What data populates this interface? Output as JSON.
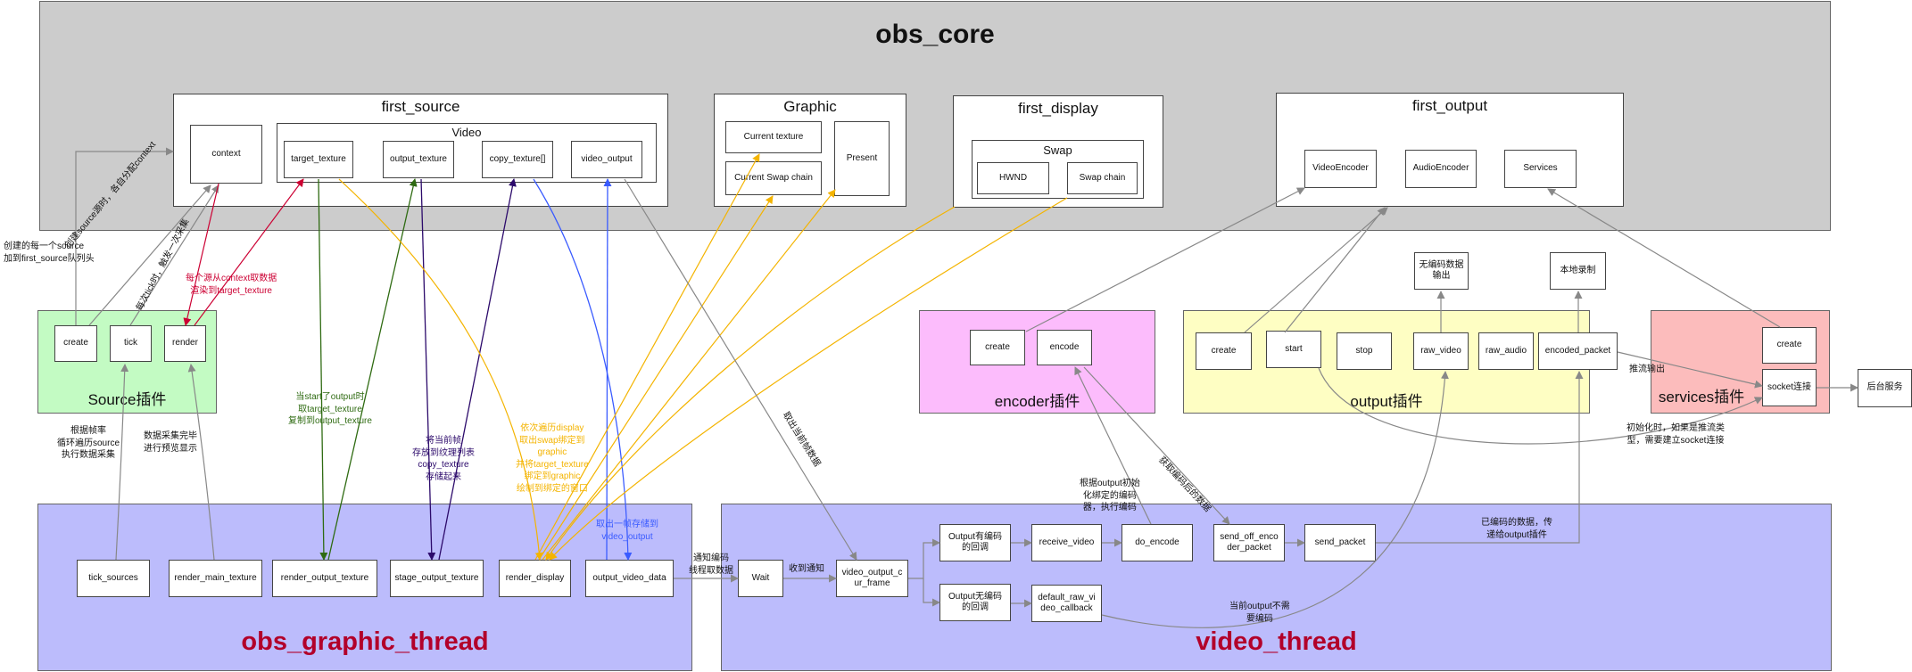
{
  "colors": {
    "core_bg": "#cccccc",
    "source_bg": "#c3fbc3",
    "encoder_bg": "#fcbcfc",
    "output_bg": "#fefec3",
    "services_bg": "#fcbcbc",
    "thread_bg": "#bcbcfc",
    "title_red": "#b2002a",
    "red": "#cc0033",
    "green": "#2f6b12",
    "purple": "#2c0a6b",
    "orange": "#f4b400",
    "blue": "#3a5bff",
    "gray": "#888888"
  },
  "core": {
    "title": "obs_core",
    "first_source": {
      "title": "first_source",
      "context": "context",
      "video": {
        "title": "Video",
        "target_texture": "target_texture",
        "output_texture": "output_texture",
        "copy_texture": "copy_texture[]",
        "video_output": "video_output"
      }
    },
    "graphic": {
      "title": "Graphic",
      "current_texture": "Current texture",
      "current_swap_chain": "Current Swap chain",
      "present": "Present"
    },
    "first_display": {
      "title": "first_display",
      "swap": {
        "title": "Swap",
        "hwnd": "HWND",
        "swap_chain": "Swap chain"
      }
    },
    "first_output": {
      "title": "first_output",
      "video_encoder": "VideoEncoder",
      "audio_encoder": "AudioEncoder",
      "services": "Services"
    }
  },
  "source_plugin": {
    "title": "Source插件",
    "create": "create",
    "tick": "tick",
    "render": "render"
  },
  "encoder_plugin": {
    "title": "encoder插件",
    "create": "create",
    "encode": "encode"
  },
  "output_plugin": {
    "title": "output插件",
    "create": "create",
    "start": "start",
    "stop": "stop",
    "raw_video": "raw_video",
    "raw_audio": "raw_audio",
    "encoded_packet": "encoded_packet",
    "no_encode_out": "无编码数据\n输出",
    "local_record": "本地录制"
  },
  "services_plugin": {
    "title": "services插件",
    "create": "create",
    "socket": "socket连接"
  },
  "backend": "后台服务",
  "graphic_thread": {
    "title": "obs_graphic_thread",
    "tick_sources": "tick_sources",
    "render_main_texture": "render_main_texture",
    "render_output_texture": "render_output_texture",
    "stage_output_texture": "stage_output_texture",
    "render_display": "render_display",
    "output_video_data": "output_video_data"
  },
  "video_thread": {
    "title": "video_thread",
    "wait": "Wait",
    "video_output_cur_frame": "video_output_c\nur_frame",
    "output_has_encode": "Output有编码\n的回调",
    "output_no_encode": "Output无编码\n的回调",
    "receive_video": "receive_video",
    "default_raw_video_callback": "default_raw_vi\ndeo_callback",
    "do_encode": "do_encode",
    "send_off_encoder_packet": "send_off_enco\nder_packet",
    "send_packet": "send_packet"
  },
  "notes": {
    "source_created": "创建的每一个source\n加到first_source队列头",
    "create_ctx": "创建source源时，各自分配context",
    "tick_once": "每次tick时，触发一次采集",
    "render_ctx": "每个源从context取数据\n渲染到target_texture",
    "per_frame": "根据帧率\n循环遍历source\n执行数据采集",
    "preview": "数据采集完毕\n进行预览显示",
    "start_output": "当start了output时\n取target_texture\n复制到output_texture",
    "stage": "将当前帧\n存放到纹理列表\ncopy_texture\n存储起来",
    "display": "依次遍历display\n取出swap绑定到\ngraphic\n并将target_texture\n绑定到graphic\n绘制到绑定的窗口",
    "fetch_video": "取出一帧存储到\nvideo_output",
    "fetch_frame": "取出当前帧数据",
    "notify_encode": "通知编码\n线程取数据",
    "received_notify": "收到通知",
    "bind_encoder": "根据output初始\n化绑定的编码\n器，执行编码",
    "get_encoded": "获取编码后的数据",
    "encoded_pass": "已编码的数据，传\n递给output插件",
    "no_need_encode": "当前output不需\n要编码",
    "push_output": "推流输出",
    "init_push": "初始化时，如果是推流类\n型，需要建立socket连接"
  }
}
